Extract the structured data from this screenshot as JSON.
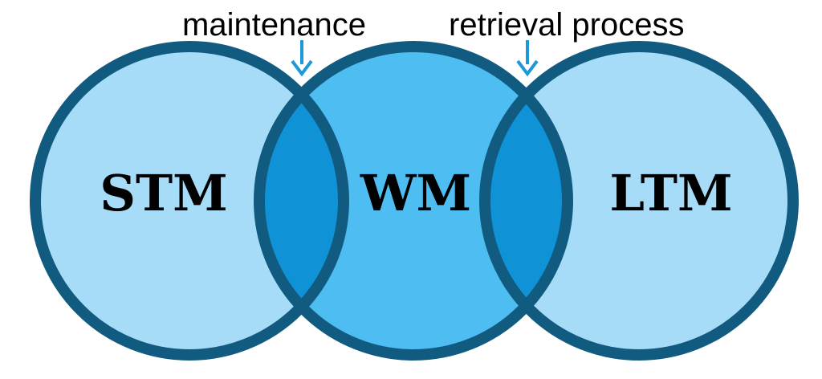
{
  "diagram": {
    "circles": [
      {
        "id": "stm",
        "label": "STM",
        "fill": "#a7dcf8"
      },
      {
        "id": "wm",
        "label": "WM",
        "fill": "#4dbdf2"
      },
      {
        "id": "ltm",
        "label": "LTM",
        "fill": "#a7dcf8"
      }
    ],
    "overlap_fill": "#0f93d6",
    "stroke_color": "#115b80",
    "arrow_color": "#1b9ad7",
    "annotations": [
      {
        "id": "maintenance",
        "label": "maintenance"
      },
      {
        "id": "retrieval-process",
        "label": "retrieval process"
      }
    ]
  }
}
